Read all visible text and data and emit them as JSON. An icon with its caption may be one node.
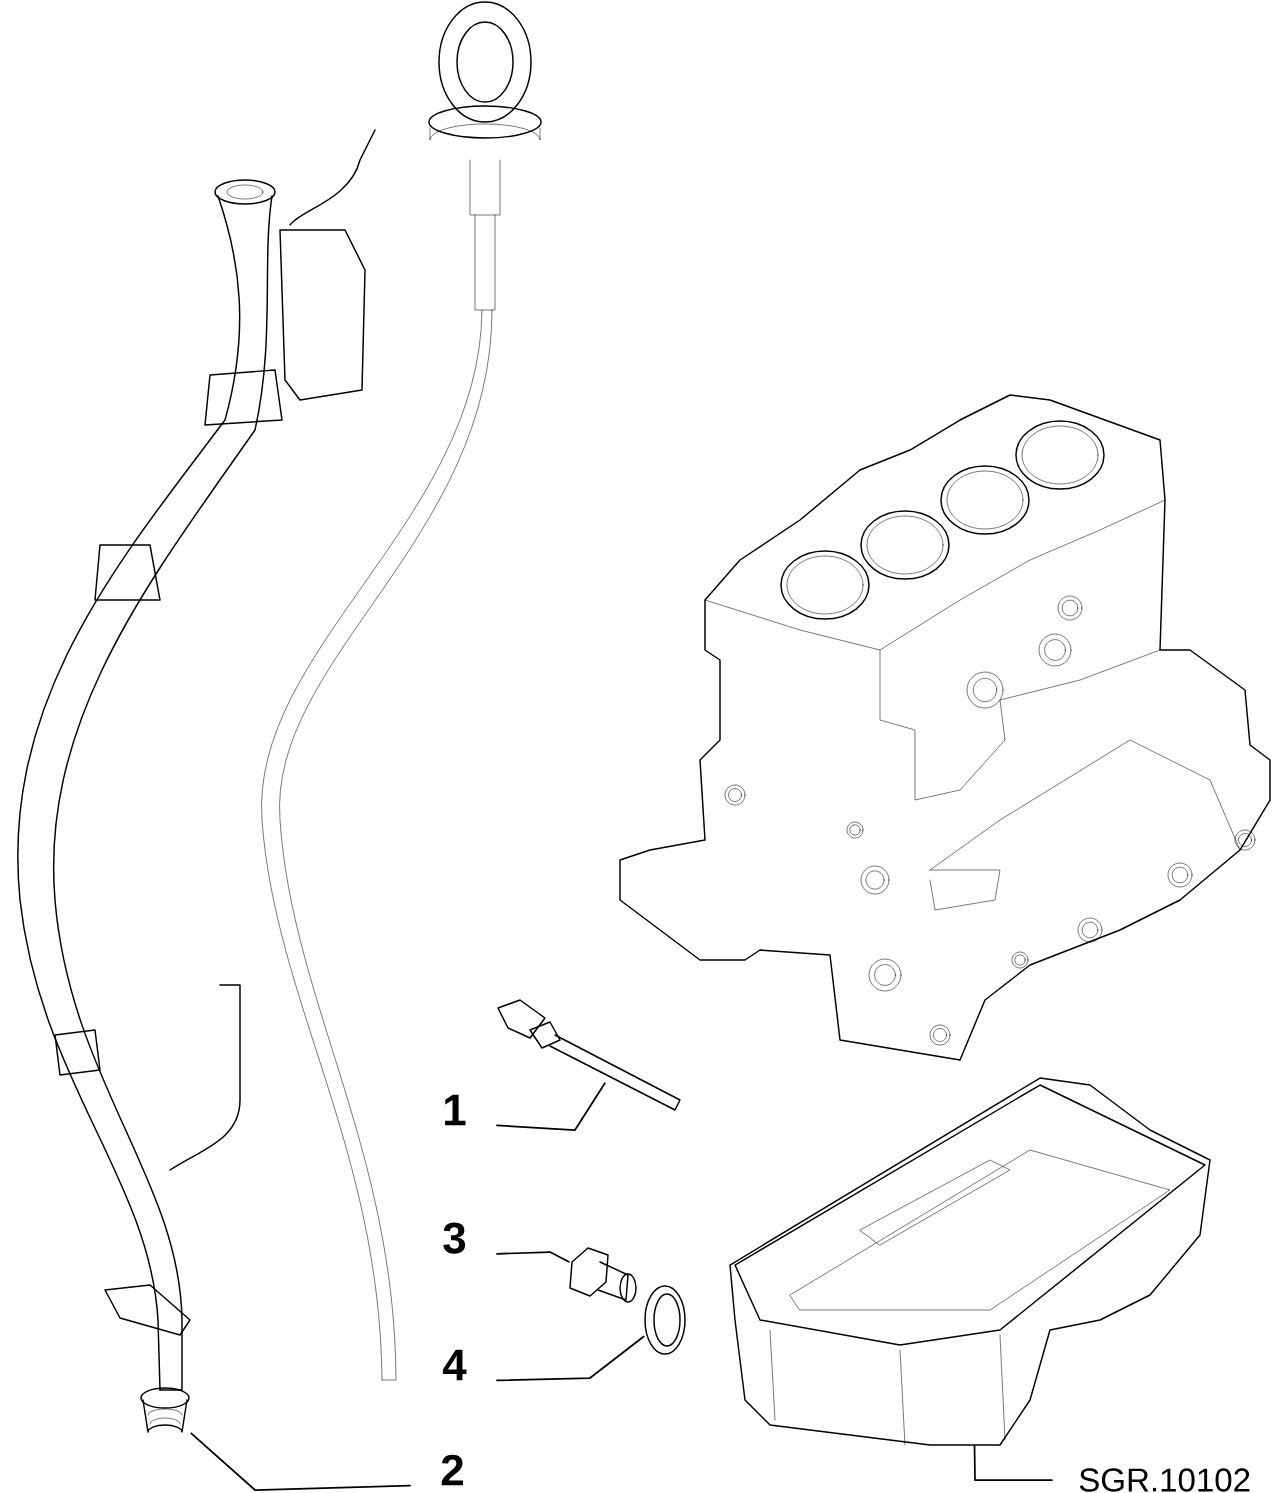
{
  "diagram": {
    "nodes": [
      {
        "text": [
          "1"
        ]
      },
      {
        "text": [
          "3"
        ]
      },
      {
        "text": [
          "4"
        ]
      },
      {
        "text": [
          "2"
        ]
      },
      {
        "text": [
          "SGR.10102"
        ]
      },
      {
        "text": [],
        "shape": "picture"
      },
      {
        "text": [],
        "shape": "picture"
      },
      {
        "text": [],
        "shape": "picture"
      },
      {
        "text": [],
        "shape": "picture"
      },
      {
        "text": [],
        "shape": "picture"
      }
    ],
    "edges": [
      {
        "from": 0,
        "to": 5,
        "arrow": "none"
      },
      {
        "from": 1,
        "to": 6,
        "arrow": "none"
      },
      {
        "from": 2,
        "to": 7,
        "arrow": "none"
      },
      {
        "from": 3,
        "to": 8,
        "arrow": "none"
      },
      {
        "from": 4,
        "to": 9,
        "arrow": "none"
      }
    ]
  }
}
